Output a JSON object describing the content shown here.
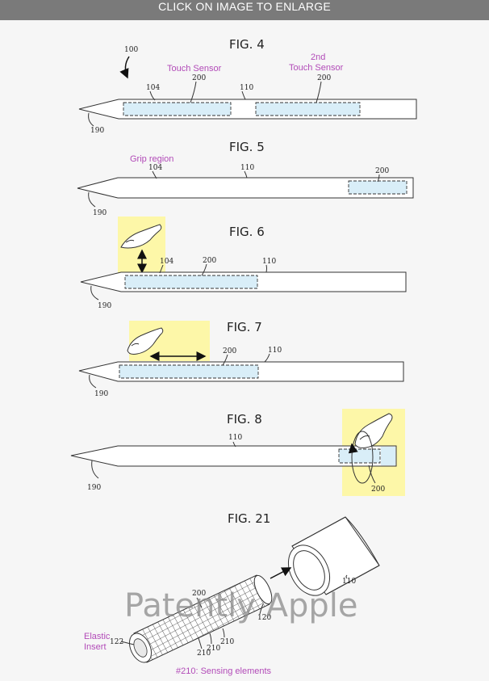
{
  "banner": {
    "text": "CLICK ON IMAGE TO ENLARGE"
  },
  "figures": {
    "fig4": {
      "title": "FIG. 4",
      "refs": {
        "r100": "100",
        "r104": "104",
        "r200a": "200",
        "r110": "110",
        "r200b": "200",
        "r190": "190"
      },
      "labels": {
        "sensor1": "Touch Sensor",
        "sensor2_line1": "2nd",
        "sensor2_line2": "Touch Sensor"
      }
    },
    "fig5": {
      "title": "FIG. 5",
      "refs": {
        "r104": "104",
        "r110": "110",
        "r200": "200",
        "r190": "190"
      },
      "labels": {
        "grip": "Grip region"
      }
    },
    "fig6": {
      "title": "FIG. 6",
      "refs": {
        "r104": "104",
        "r200": "200",
        "r110": "110",
        "r190": "190"
      }
    },
    "fig7": {
      "title": "FIG. 7",
      "refs": {
        "r200": "200",
        "r110": "110",
        "r190": "190"
      }
    },
    "fig8": {
      "title": "FIG. 8",
      "refs": {
        "r110": "110",
        "r190": "190",
        "r200": "200"
      }
    },
    "fig21": {
      "title": "FIG. 21",
      "refs": {
        "r200": "200",
        "r120": "120",
        "r122": "122",
        "r210a": "210",
        "r210b": "210",
        "r210c": "210",
        "r110": "110"
      },
      "labels": {
        "elastic_line1": "Elastic",
        "elastic_line2": "Insert",
        "caption": "#210: Sensing elements"
      }
    }
  },
  "watermark": {
    "text": "Patently Apple"
  },
  "colors": {
    "highlight": "#fdf7a8",
    "sensor": "#d9eef8",
    "annotation": "#b24bb8",
    "banner": "#7a7a7a"
  }
}
